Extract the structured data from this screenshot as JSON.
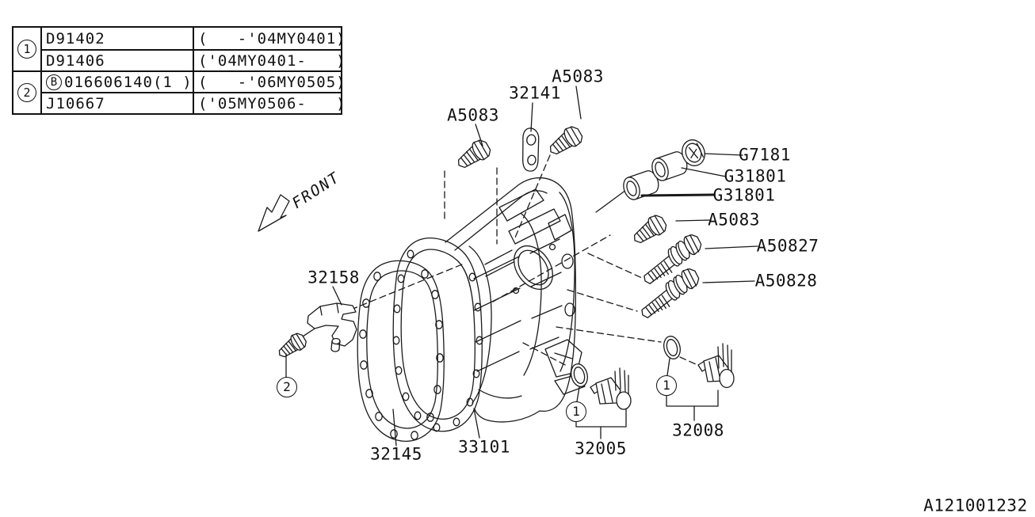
{
  "labels": {
    "a5083": "A5083",
    "p32141": "32141",
    "g7181": "G7181",
    "g31801": "G31801",
    "a50827": "A50827",
    "a50828": "A50828",
    "p32158": "32158",
    "p32145": "32145",
    "p33101": "33101",
    "p32005": "32005",
    "p32008": "32008",
    "front": "FRONT",
    "doc_id": "A121001232",
    "ref1": "1",
    "ref2": "2",
    "refB": "B"
  },
  "table": {
    "rows": [
      {
        "ref": "1",
        "part": "D91402",
        "range": "(   -'04MY0401)"
      },
      {
        "ref": "1",
        "part": "D91406",
        "range": "('04MY0401-   )"
      },
      {
        "ref": "2",
        "part": "016606140(1 )",
        "range": "(   -'06MY0505)"
      },
      {
        "ref": "2",
        "part": "J10667",
        "range": "('05MY0506-   )"
      }
    ]
  },
  "colors": {
    "line": "#1a1a1a",
    "background": "#ffffff"
  }
}
